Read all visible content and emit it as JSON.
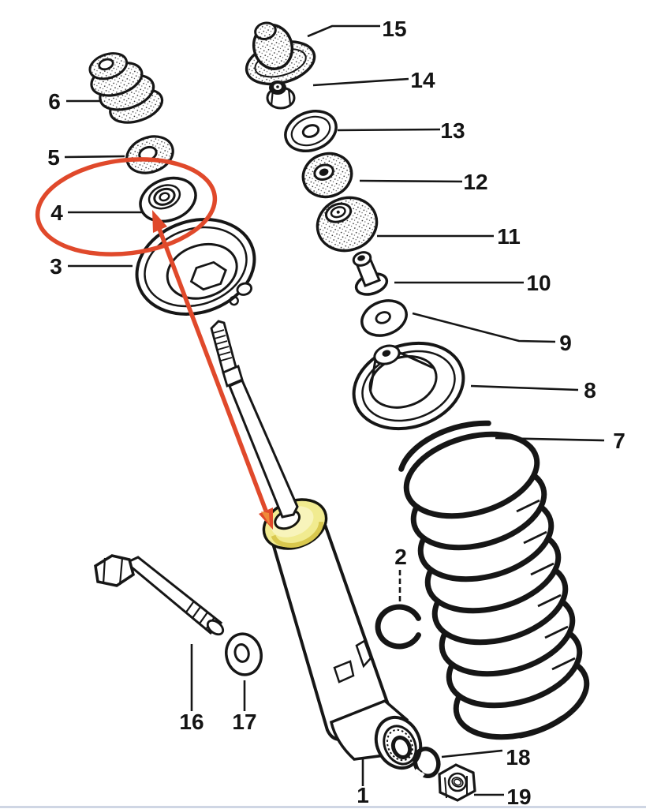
{
  "diagram": {
    "part_labels": [
      "1",
      "2",
      "3",
      "4",
      "5",
      "6",
      "7",
      "8",
      "9",
      "10",
      "11",
      "12",
      "13",
      "14",
      "15",
      "16",
      "17",
      "18",
      "19"
    ]
  },
  "colors": {
    "ink": "#161616",
    "background": "#ffffff",
    "annotation_red": "#e0492b",
    "annotation_orange": "#ef8a3a",
    "highlight_yellow": "#f1eb90",
    "highlight_yellow_light": "#f8f4bb",
    "highlight_yellow_shade": "#d9c84e",
    "page_edge": "#cfd6e4"
  }
}
